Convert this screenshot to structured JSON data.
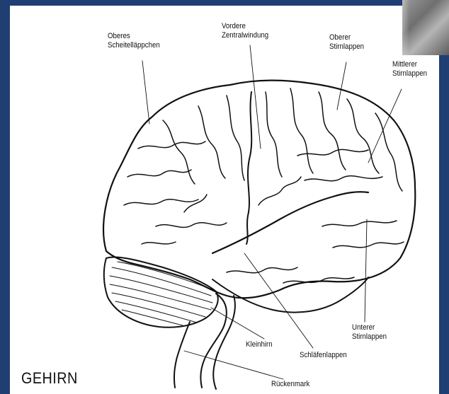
{
  "title": "GEHIRN",
  "labels": {
    "oberes_scheitellaeppchen": "Oberes\nScheitelläppchen",
    "vordere_zentralwindung": "Vordere\nZentralwindung",
    "oberer_stirnlappen": "Oberer\nStirnlappen",
    "mittlerer_stirnlappen": "Mittlerer\nStirnlappen",
    "unterer_stirnlappen": "Unterer\nStirnlappen",
    "kleinhirn": "Kleinhirn",
    "schlaefenlappen": "Schläfenlappen",
    "rueckenmark": "Rückenmark"
  },
  "colors": {
    "background": "#1f3f73",
    "paper": "#ffffff",
    "ink": "#111111"
  }
}
